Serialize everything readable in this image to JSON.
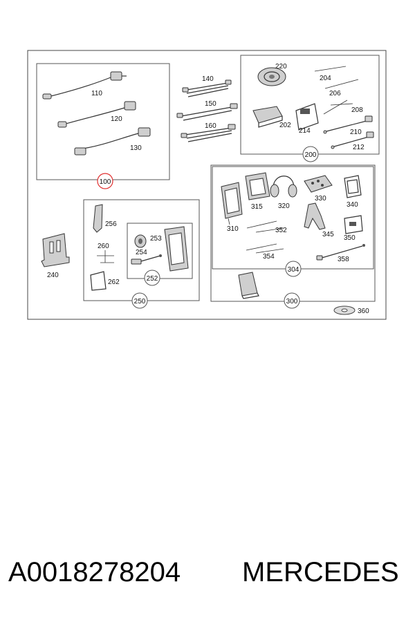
{
  "diagram": {
    "part_labels": {
      "p110": "110",
      "p120": "120",
      "p130": "130",
      "p140": "140",
      "p150": "150",
      "p160": "160",
      "p220": "220",
      "p204": "204",
      "p206": "206",
      "p208": "208",
      "p202": "202",
      "p214": "214",
      "p210": "210",
      "p212": "212",
      "p315": "315",
      "p320": "320",
      "p330": "330",
      "p340": "340",
      "p310": "310",
      "p352": "352",
      "p345": "345",
      "p350": "350",
      "p354": "354",
      "p358": "358",
      "p256": "256",
      "p260": "260",
      "p253": "253",
      "p254": "254",
      "p262": "262",
      "p240": "240",
      "p360": "360"
    },
    "group_labels": {
      "g100": "100",
      "g200": "200",
      "g250": "250",
      "g252": "252",
      "g300": "300",
      "g304": "304"
    },
    "highlight_color": "#e03030"
  },
  "footer": {
    "part_number": "A0018278204",
    "brand": "MERCEDES"
  }
}
